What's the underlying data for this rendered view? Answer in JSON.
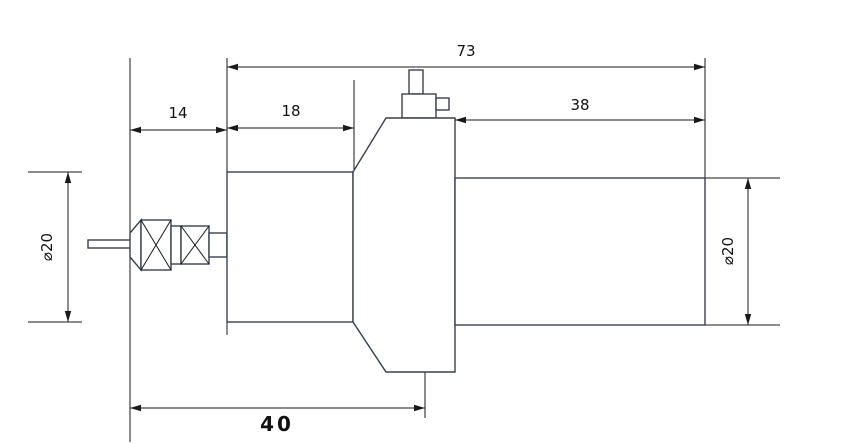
{
  "drawing": {
    "labels": {
      "overall_length": "73",
      "connector_length": "14",
      "left_body_length": "18",
      "right_body_length": "38",
      "mounting_length": "40",
      "left_diameter": "⌀20",
      "right_diameter": "⌀20"
    },
    "colors": {
      "body_fill": "#7d95cf",
      "body_stroke": "#39404e",
      "dim_line": "#1a1a1a",
      "background": "#ffffff"
    }
  }
}
